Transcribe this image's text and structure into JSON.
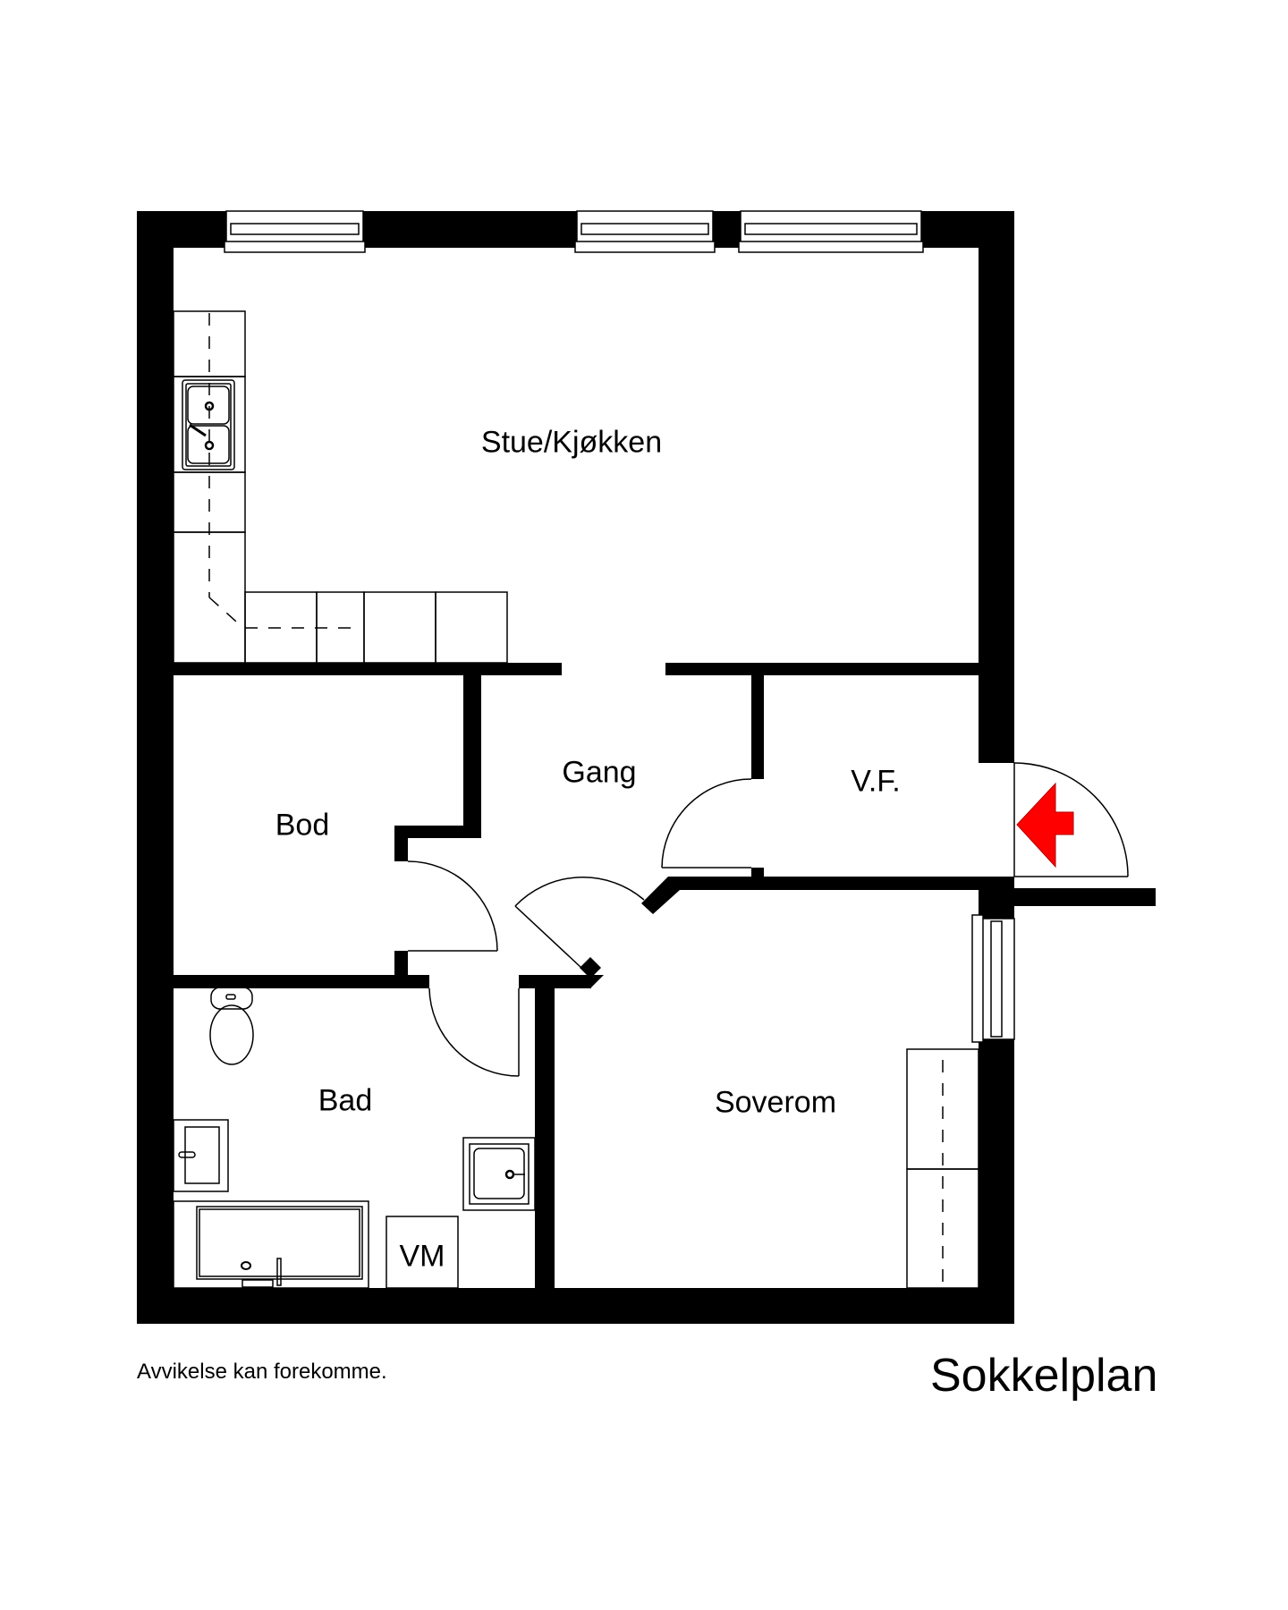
{
  "plan": {
    "title": "Sokkelplan",
    "disclaimer": "Avvikelse kan forekomme.",
    "entrance_arrow_color": "#ff0000",
    "wall_color": "#000000",
    "rooms": [
      {
        "id": "stue-kjokken",
        "label": "Stue/Kjøkken"
      },
      {
        "id": "gang",
        "label": "Gang"
      },
      {
        "id": "vf",
        "label": "V.F."
      },
      {
        "id": "bod",
        "label": "Bod"
      },
      {
        "id": "bad",
        "label": "Bad"
      },
      {
        "id": "soverom",
        "label": "Soverom"
      }
    ],
    "fixtures": {
      "washing_machine": "VM"
    }
  }
}
